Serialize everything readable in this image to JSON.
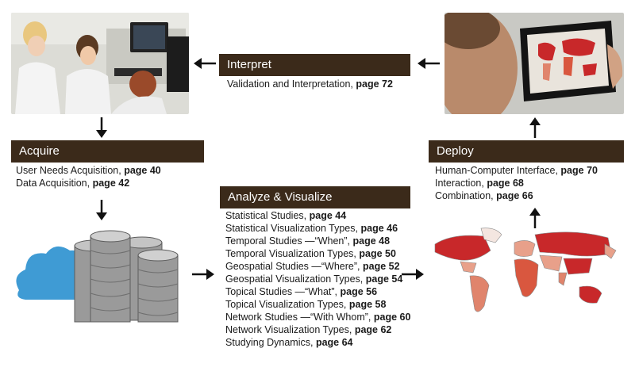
{
  "interpret": {
    "title": "Interpret",
    "items": [
      {
        "text": "Validation and Interpretation,",
        "page": "page 72"
      }
    ]
  },
  "acquire": {
    "title": "Acquire",
    "items": [
      {
        "text": "User Needs Acquisition,",
        "page": "page 40"
      },
      {
        "text": "Data Acquisition,",
        "page": "page 42"
      }
    ]
  },
  "analyze": {
    "title": "Analyze & Visualize",
    "items": [
      {
        "text": "Statistical Studies,",
        "page": "page 44"
      },
      {
        "text": "Statistical Visualization Types,",
        "page": "page 46"
      },
      {
        "text": "Temporal Studies —“When”,",
        "page": "page 48"
      },
      {
        "text": "Temporal Visualization Types,",
        "page": "page 50"
      },
      {
        "text": "Geospatial Studies —“Where”,",
        "page": "page 52"
      },
      {
        "text": "Geospatial Visualization Types,",
        "page": "page 54"
      },
      {
        "text": "Topical Studies —“What”,",
        "page": "page 56"
      },
      {
        "text": "Topical Visualization Types,",
        "page": "page 58"
      },
      {
        "text": "Network Studies —“With Whom”,",
        "page": "page 60"
      },
      {
        "text": "Network Visualization Types,",
        "page": "page 62"
      },
      {
        "text": "Studying Dynamics,",
        "page": "page 64"
      }
    ]
  },
  "deploy": {
    "title": "Deploy",
    "items": [
      {
        "text": "Human-Computer Interface,",
        "page": "page 70"
      },
      {
        "text": "Interaction,",
        "page": "page 68"
      },
      {
        "text": "Combination,",
        "page": "page 66"
      }
    ]
  },
  "colors": {
    "header_bg": "#3b2a1a",
    "map_dark": "#c8282a",
    "map_light": "#e8a08a"
  }
}
